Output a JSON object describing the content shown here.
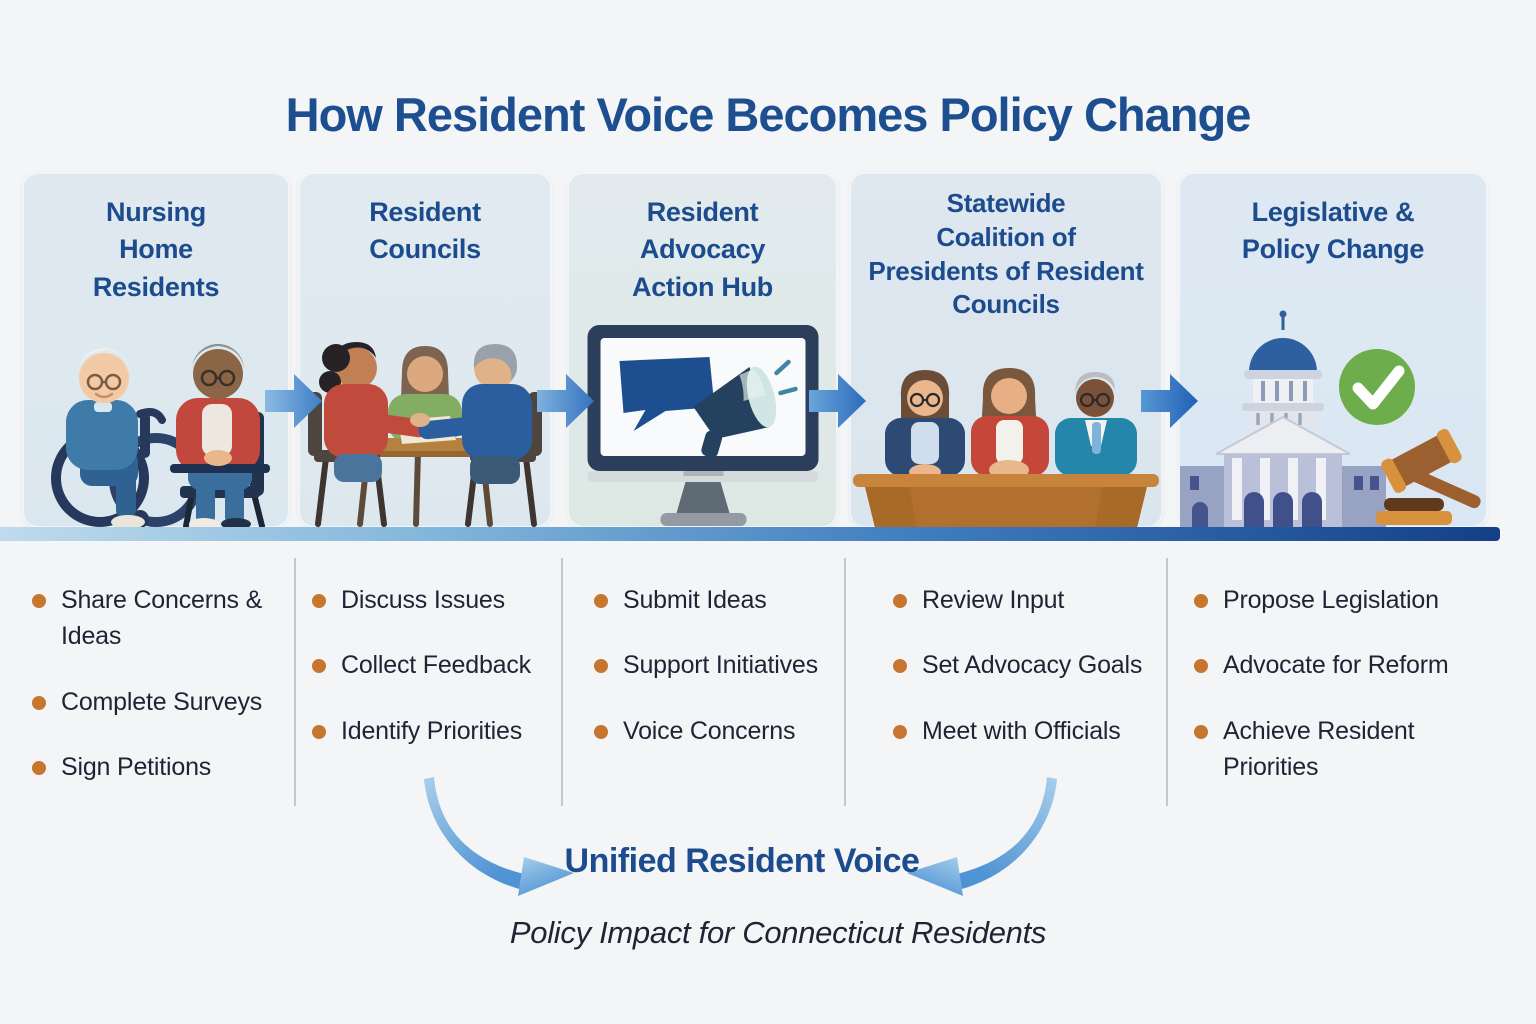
{
  "title": "How Resident Voice Becomes Policy Change",
  "stages": [
    {
      "name": "nursing-home-residents",
      "lines": [
        "Nursing",
        "Home",
        "Residents"
      ],
      "icon": "wheelchair-residents",
      "bullets": [
        "Share Concerns & Ideas",
        "Complete Surveys",
        "Sign Petitions"
      ]
    },
    {
      "name": "resident-councils",
      "lines": [
        "Resident",
        "Councils"
      ],
      "icon": "council-table-meeting",
      "bullets": [
        "Discuss Issues",
        "Collect Feedback",
        "Identify Priorities"
      ]
    },
    {
      "name": "resident-advocacy-action-hub",
      "lines": [
        "Resident",
        "Advocacy",
        "Action Hub"
      ],
      "icon": "monitor-megaphone",
      "bullets": [
        "Submit Ideas",
        "Support Initiatives",
        "Voice Concerns"
      ]
    },
    {
      "name": "statewide-coalition-of-presidents",
      "lines": [
        "Statewide",
        "Coalition of",
        "Presidents of Resident",
        "Councils"
      ],
      "icon": "coalition-panel-desk",
      "bullets": [
        "Review Input",
        "Set Advocacy Goals",
        "Meet with Officials"
      ]
    },
    {
      "name": "legislative-policy-change",
      "lines": [
        "Legislative &",
        "Policy Change"
      ],
      "icon": "capitol-check-gavel",
      "bullets": [
        "Propose Legislation",
        "Advocate for Reform",
        "Achieve Resident Priorities"
      ]
    }
  ],
  "footer": {
    "unified_label": "Unified Resident Voice",
    "impact_label": "Policy Impact for Connecticut Residents"
  },
  "colors": {
    "heading_blue": "#1d4e8f",
    "body_text_navy": "#1f2435",
    "bullet_orange": "#c7762f",
    "flow_arrow_light": "#7fb3de",
    "flow_arrow_dark": "#2f6fc1",
    "bar_gradient_start": "#bfdbed",
    "bar_gradient_end": "#143f86",
    "check_green": "#6dad4b",
    "gavel_brown": "#9c6030",
    "gavel_orange": "#d8913c"
  }
}
